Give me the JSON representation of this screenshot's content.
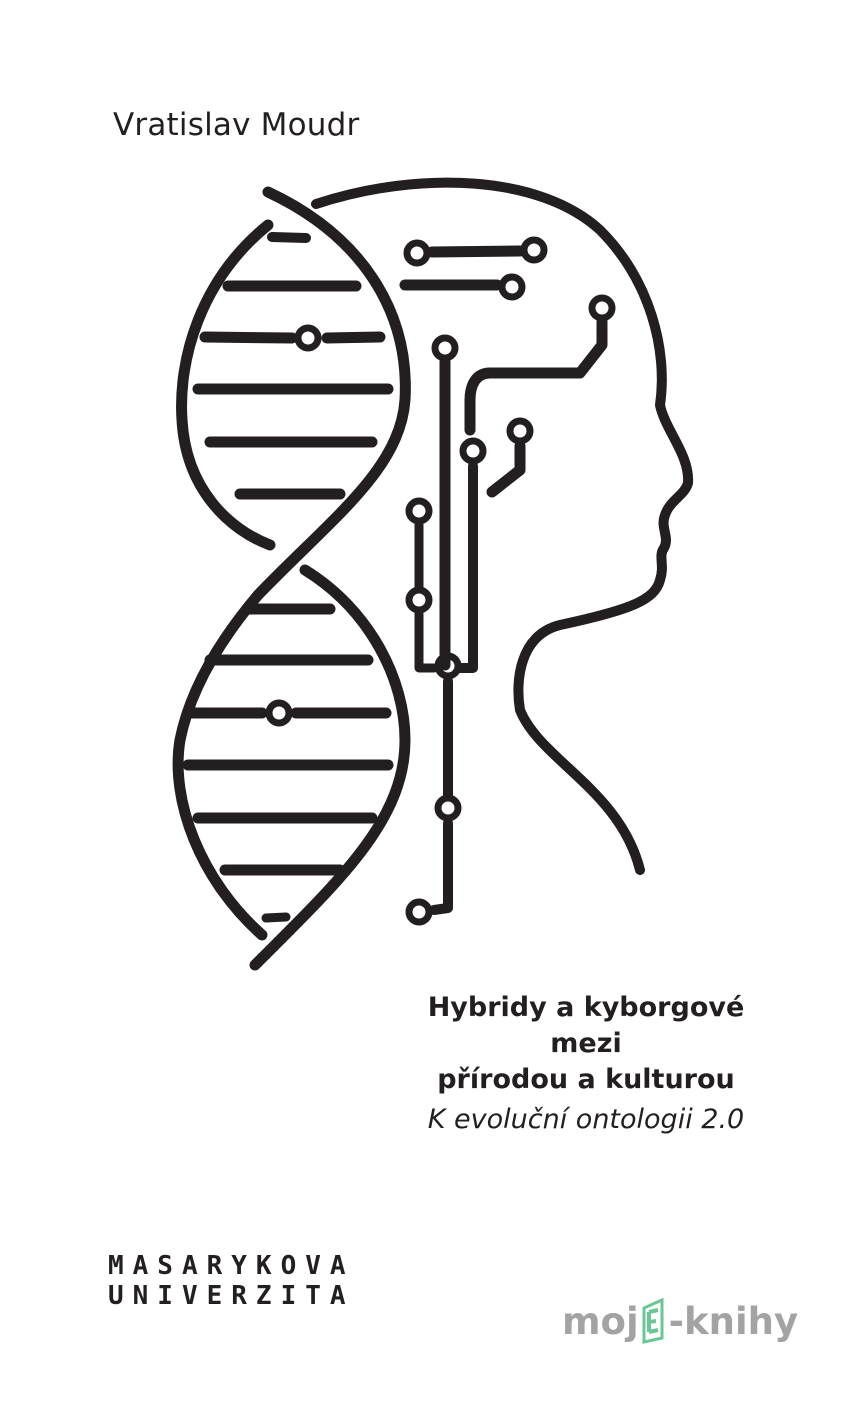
{
  "cover": {
    "author": "Vratislav Moudr",
    "title_lines": [
      "Hybridy a kyborgové",
      "mezi",
      "přírodou a kulturou"
    ],
    "subtitle": "K evoluční ontologii 2.0",
    "publisher_lines": [
      "MASARYKOVA",
      "UNIVERZITA"
    ],
    "illustration": "dna-helix-and-circuit-head-icon"
  },
  "watermark": {
    "prefix": "moj",
    "suffix": "-knihy",
    "icon": "book-e-icon",
    "colors": {
      "text": "#9a9a9a",
      "icon": "#5cc08a"
    }
  },
  "colors": {
    "ink": "#231f20",
    "background": "#ffffff"
  }
}
